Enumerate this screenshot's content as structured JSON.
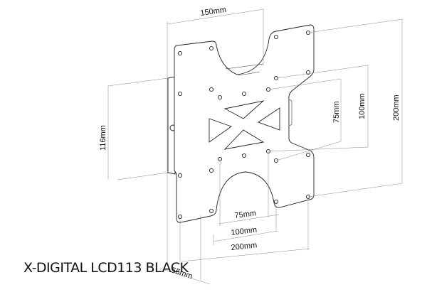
{
  "product_title": "X-DIGITAL LCD113 BLACK",
  "dimensions": {
    "top_width": "150mm",
    "height_outer": "200mm",
    "height_mid": "100mm",
    "height_inner": "75mm",
    "bracket_height": "116mm",
    "width_inner": "75mm",
    "width_mid": "100mm",
    "width_outer": "200mm",
    "depth": "55mm"
  }
}
